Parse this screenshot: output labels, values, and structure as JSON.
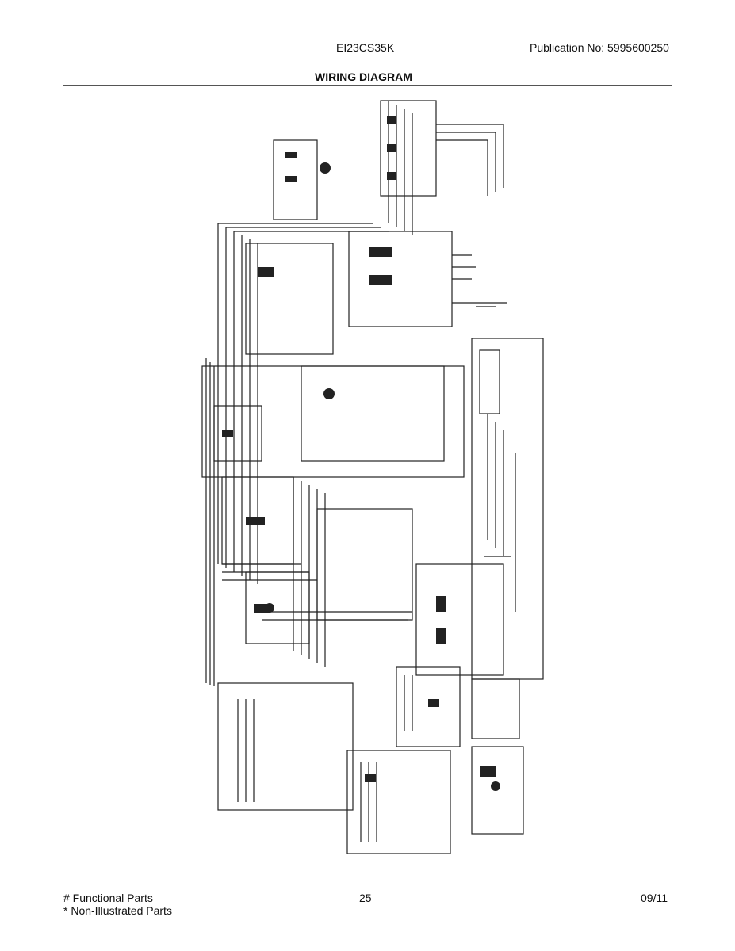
{
  "header": {
    "model": "EI23CS35K",
    "publication": "Publication No:  5995600250"
  },
  "title": "WIRING DIAGRAM",
  "footer": {
    "note_functional": "# Functional Parts",
    "note_non_illustrated": "* Non-Illustrated Parts",
    "page_number": "25",
    "date": "09/11"
  }
}
